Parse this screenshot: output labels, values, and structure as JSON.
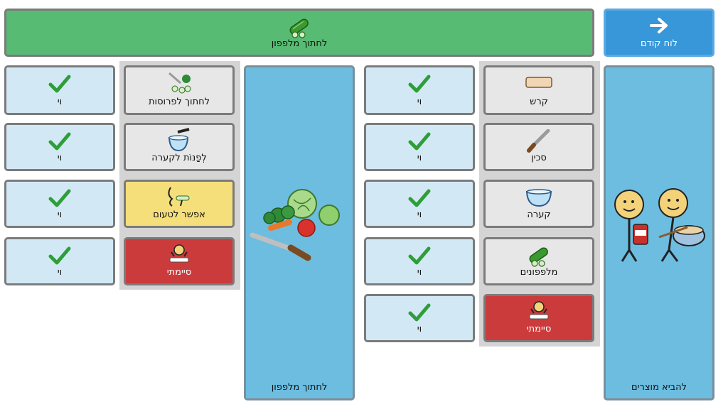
{
  "top_bar": {
    "label": "לחתוך מלפפון",
    "icon": "cucumber-icon"
  },
  "back_button": {
    "label": "לוח קודם",
    "icon": "arrow-right-icon"
  },
  "columns": {
    "bring_products": {
      "label": "להביא מוצרים",
      "icon": "people-baking-icon"
    },
    "cut_cucumber": {
      "label": "לחתוך מלפפון",
      "icon": "vegetables-knife-icon"
    }
  },
  "right_items": [
    {
      "label": "קרש",
      "icon": "cutting-board-icon"
    },
    {
      "label": "סכין",
      "icon": "knife-icon"
    },
    {
      "label": "קערה",
      "icon": "bowl-icon"
    },
    {
      "label": "מלפפונים",
      "icon": "cucumber-icon"
    },
    {
      "label": "סיימתי",
      "icon": "finished-icon"
    }
  ],
  "right_checks": [
    {
      "label": "וי",
      "icon": "checkmark-icon"
    },
    {
      "label": "וי",
      "icon": "checkmark-icon"
    },
    {
      "label": "וי",
      "icon": "checkmark-icon"
    },
    {
      "label": "וי",
      "icon": "checkmark-icon"
    },
    {
      "label": "וי",
      "icon": "checkmark-icon"
    }
  ],
  "left_items": [
    {
      "label": "לחתוך לפרוסות",
      "icon": "slicing-icon"
    },
    {
      "label": "לְפַנּוֹת לקערה",
      "icon": "pour-to-bowl-icon"
    },
    {
      "label": "אפשר לטעום",
      "icon": "taste-icon"
    },
    {
      "label": "סיימתי",
      "icon": "finished-icon"
    }
  ],
  "left_checks": [
    {
      "label": "וי",
      "icon": "checkmark-icon"
    },
    {
      "label": "וי",
      "icon": "checkmark-icon"
    },
    {
      "label": "וי",
      "icon": "checkmark-icon"
    },
    {
      "label": "וי",
      "icon": "checkmark-icon"
    }
  ],
  "colors": {
    "green": "#58bb73",
    "blue": "#3797d8",
    "tall": "#6cbde0",
    "check_bg": "#d2e9f5",
    "gray": "#e7e7e7",
    "yellow": "#f5df7a",
    "red": "#cc3b3b",
    "checkmark": "#2f9e3a"
  }
}
